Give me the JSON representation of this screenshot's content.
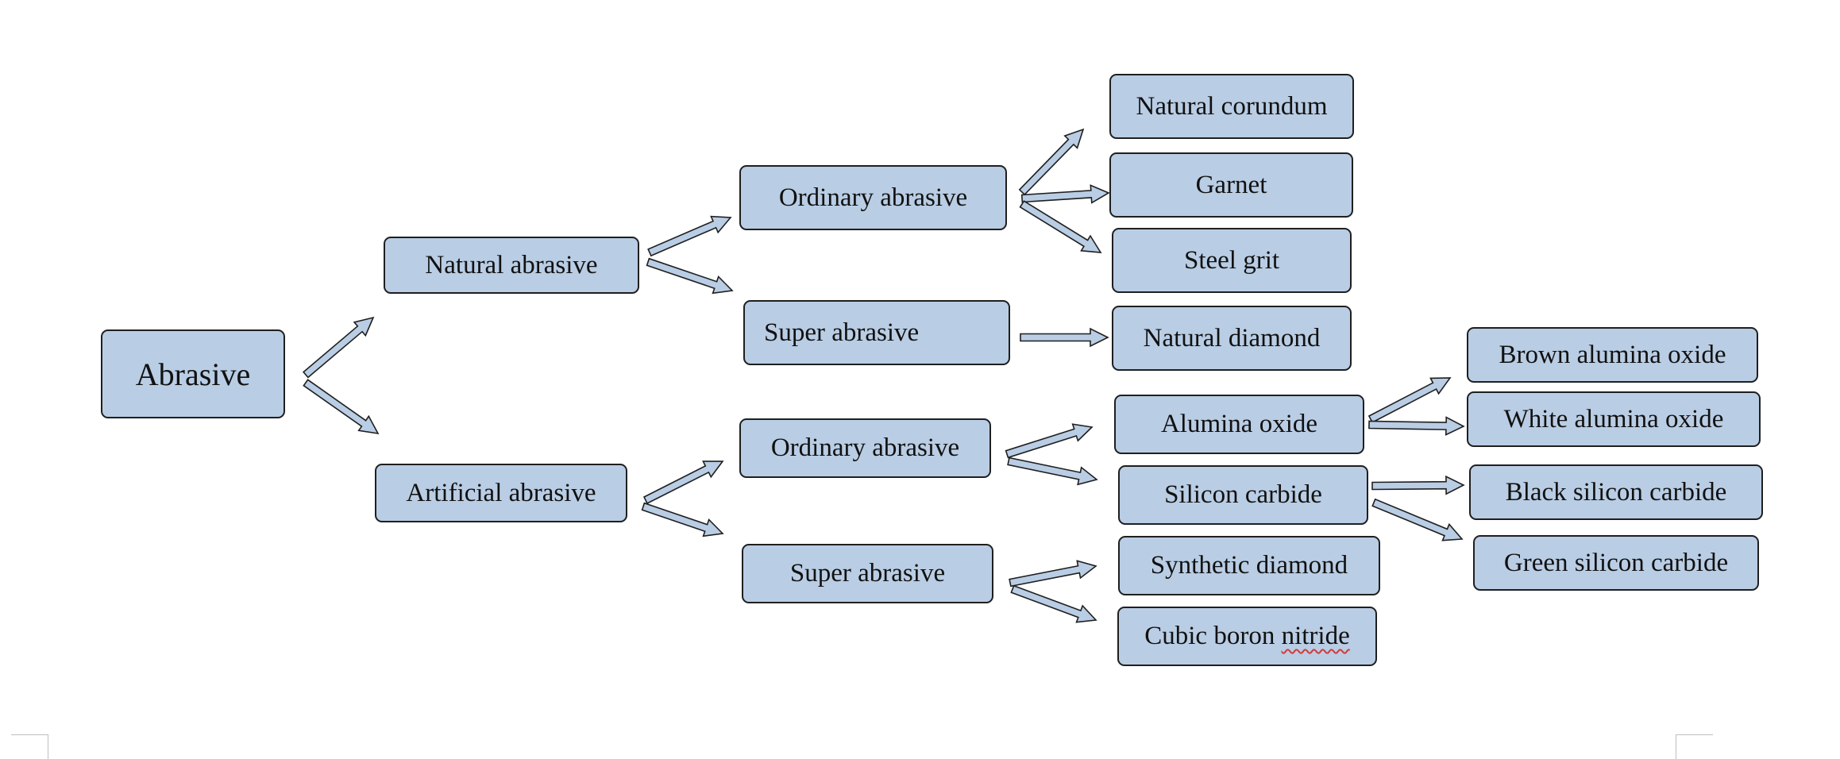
{
  "diagram": {
    "nodes": {
      "abrasive": "Abrasive",
      "natural_abrasive": "Natural abrasive",
      "artificial_abrasive": "Artificial abrasive",
      "natural_ordinary": "Ordinary abrasive",
      "natural_super": "Super abrasive",
      "artificial_ordinary": "Ordinary abrasive",
      "artificial_super": "Super abrasive",
      "natural_corundum": "Natural corundum",
      "garnet": "Garnet",
      "steel_grit": "Steel grit",
      "natural_diamond": "Natural diamond",
      "alumina_oxide": "Alumina oxide",
      "silicon_carbide": "Silicon carbide",
      "synthetic_diamond": "Synthetic diamond",
      "cubic_boron_prefix": "Cubic boron ",
      "cubic_boron_suffix": "nitride",
      "brown_alumina_oxide": "Brown alumina oxide",
      "white_alumina_oxide": "White alumina oxide",
      "black_silicon_carbide": "Black silicon carbide",
      "green_silicon_carbide": "Green silicon carbide"
    },
    "colors": {
      "box_fill": "#b9cde4",
      "box_border": "#1f1f1f",
      "arrow_fill": "#b9cde4",
      "arrow_stroke": "#1f1f1f",
      "spellcheck_underline": "#d23c3c"
    },
    "icons": {
      "arrow": "block-arrow-icon"
    }
  }
}
